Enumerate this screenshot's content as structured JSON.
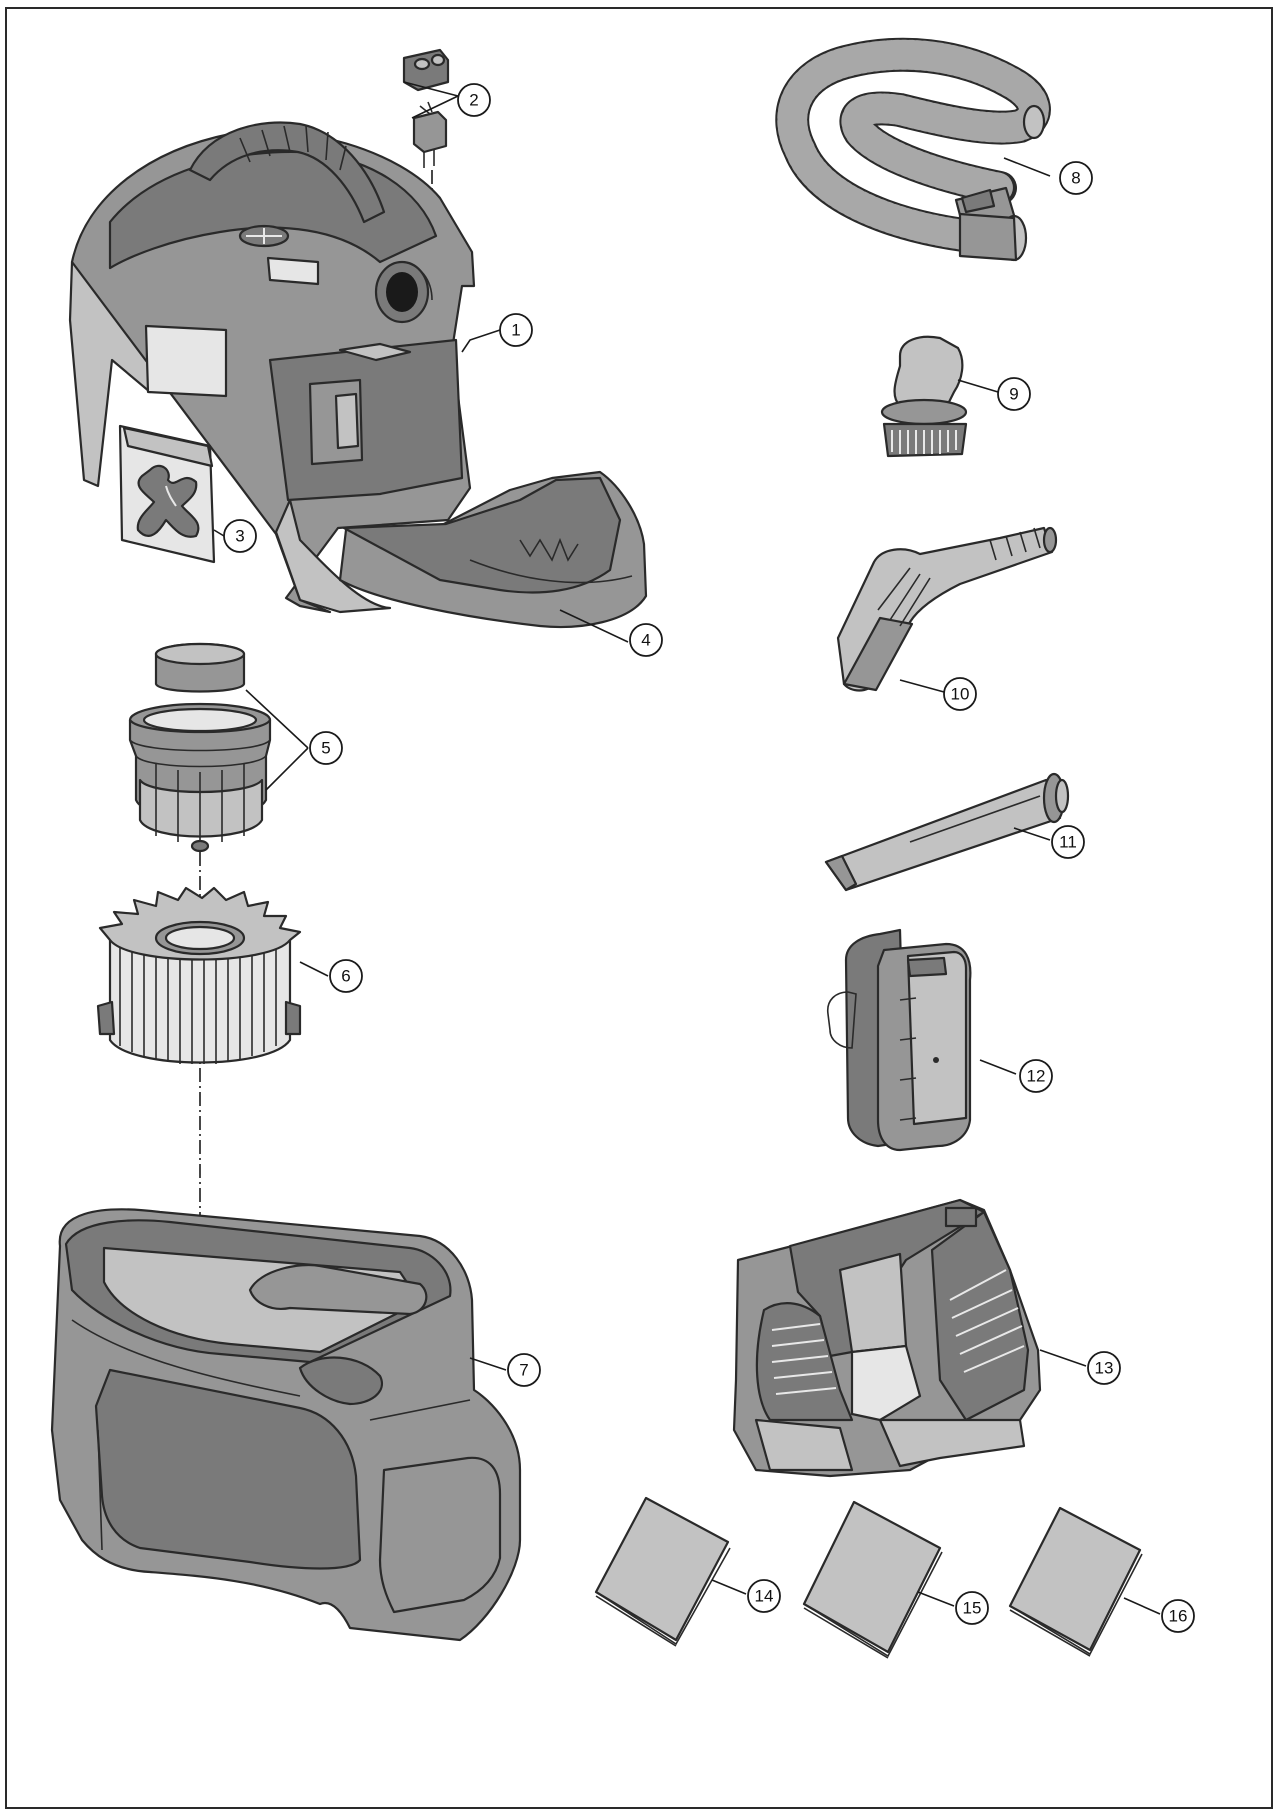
{
  "callouts": [
    {
      "id": "1",
      "part": "housing-upper"
    },
    {
      "id": "2",
      "part": "switch-assembly"
    },
    {
      "id": "3",
      "part": "grille-filter"
    },
    {
      "id": "4",
      "part": "handle-tray"
    },
    {
      "id": "5",
      "part": "filter-cap-cage"
    },
    {
      "id": "6",
      "part": "pleated-filter"
    },
    {
      "id": "7",
      "part": "collection-tank"
    },
    {
      "id": "8",
      "part": "hose"
    },
    {
      "id": "9",
      "part": "brush-nozzle"
    },
    {
      "id": "10",
      "part": "upholstery-nozzle"
    },
    {
      "id": "11",
      "part": "crevice-nozzle"
    },
    {
      "id": "12",
      "part": "battery"
    },
    {
      "id": "13",
      "part": "charger"
    },
    {
      "id": "14",
      "part": "booklet"
    },
    {
      "id": "15",
      "part": "booklet"
    },
    {
      "id": "16",
      "part": "booklet"
    }
  ],
  "colors": {
    "frame": "#2a2a2a",
    "part_dark": "#7a7a7a",
    "part_mid": "#969696",
    "part_light": "#c2c2c2"
  }
}
